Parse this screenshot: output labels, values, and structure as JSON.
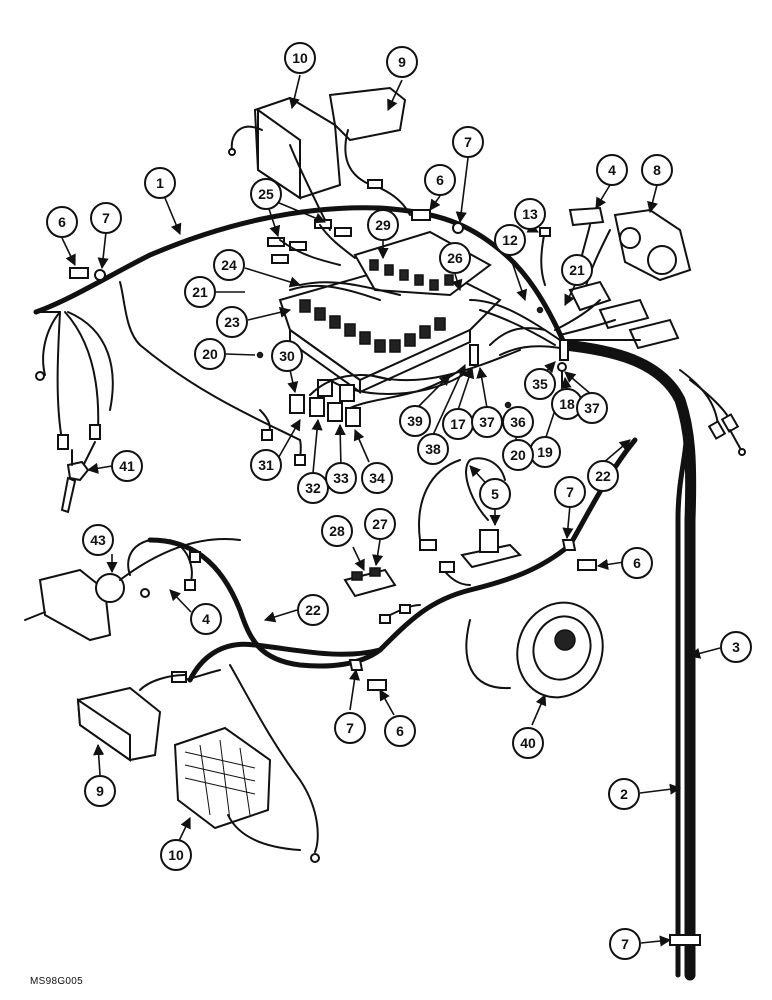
{
  "callouts": [
    "1",
    "2",
    "3",
    "4",
    "4",
    "5",
    "6",
    "6",
    "6",
    "6",
    "7",
    "7",
    "7",
    "7",
    "7",
    "8",
    "9",
    "9",
    "10",
    "10",
    "12",
    "13",
    "17",
    "18",
    "19",
    "20",
    "20",
    "21",
    "21",
    "22",
    "22",
    "23",
    "24",
    "25",
    "26",
    "27",
    "28",
    "29",
    "30",
    "31",
    "32",
    "33",
    "34",
    "35",
    "36",
    "37",
    "37",
    "38",
    "39",
    "40",
    "41",
    "43"
  ],
  "drawing_code": "MS98G005"
}
